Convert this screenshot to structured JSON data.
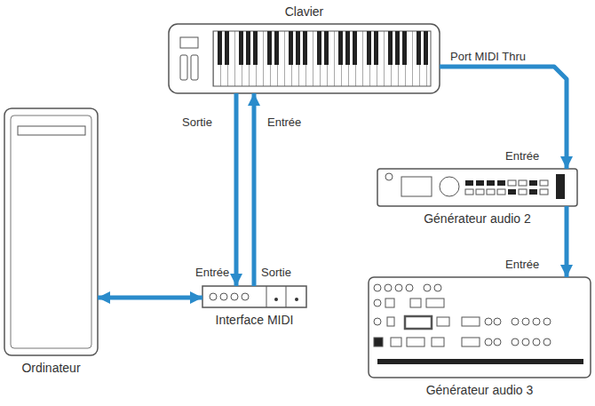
{
  "diagram": {
    "nodes": [
      {
        "text": [
          "Clavier"
        ]
      },
      {
        "text": [
          "Générateur audio 2"
        ]
      },
      {
        "text": [
          "Ordinateur"
        ]
      },
      {
        "text": [
          "Interface MIDI"
        ]
      },
      {
        "text": [
          "Générateur audio 3"
        ]
      }
    ],
    "edges": [
      {
        "from": 0,
        "to": 3,
        "arrow": "to",
        "label": "Sortie"
      },
      {
        "from": 3,
        "to": 0,
        "arrow": "to",
        "label": "Entrée"
      },
      {
        "from": 0,
        "to": 1,
        "arrow": "to",
        "label": "Port MIDI Thru"
      },
      {
        "from": 1,
        "to": 4,
        "arrow": "to"
      },
      {
        "from": 2,
        "to": 3,
        "arrow": "both"
      }
    ],
    "labels": [
      "Entrée",
      "Sortie",
      "Entrée",
      "Entrée"
    ]
  }
}
